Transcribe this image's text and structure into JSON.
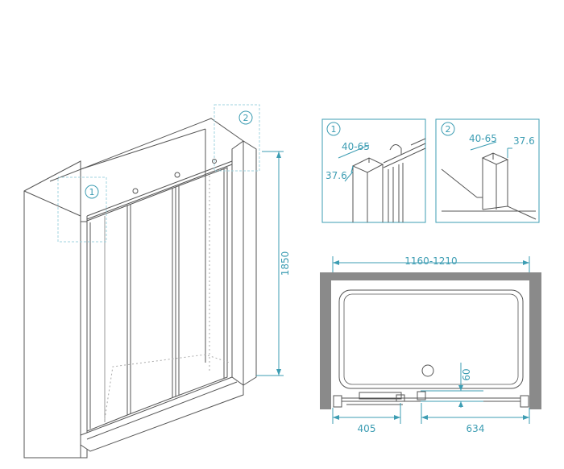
{
  "colors": {
    "dimension": "#3d9db3",
    "outline": "#555555",
    "wall": "#8a8a8a",
    "callout_box": "#9fd3df"
  },
  "main_view": {
    "callout_1": "1",
    "callout_2": "2",
    "height_dim": "1850"
  },
  "detail_1": {
    "number": "1",
    "profile_width": "40-65",
    "profile_depth": "37.6"
  },
  "detail_2": {
    "number": "2",
    "profile_width": "40-65",
    "profile_depth": "37.6"
  },
  "plan_view": {
    "width_range": "1160-1210",
    "clearance": "60",
    "left_dim": "405",
    "right_dim": "634"
  }
}
